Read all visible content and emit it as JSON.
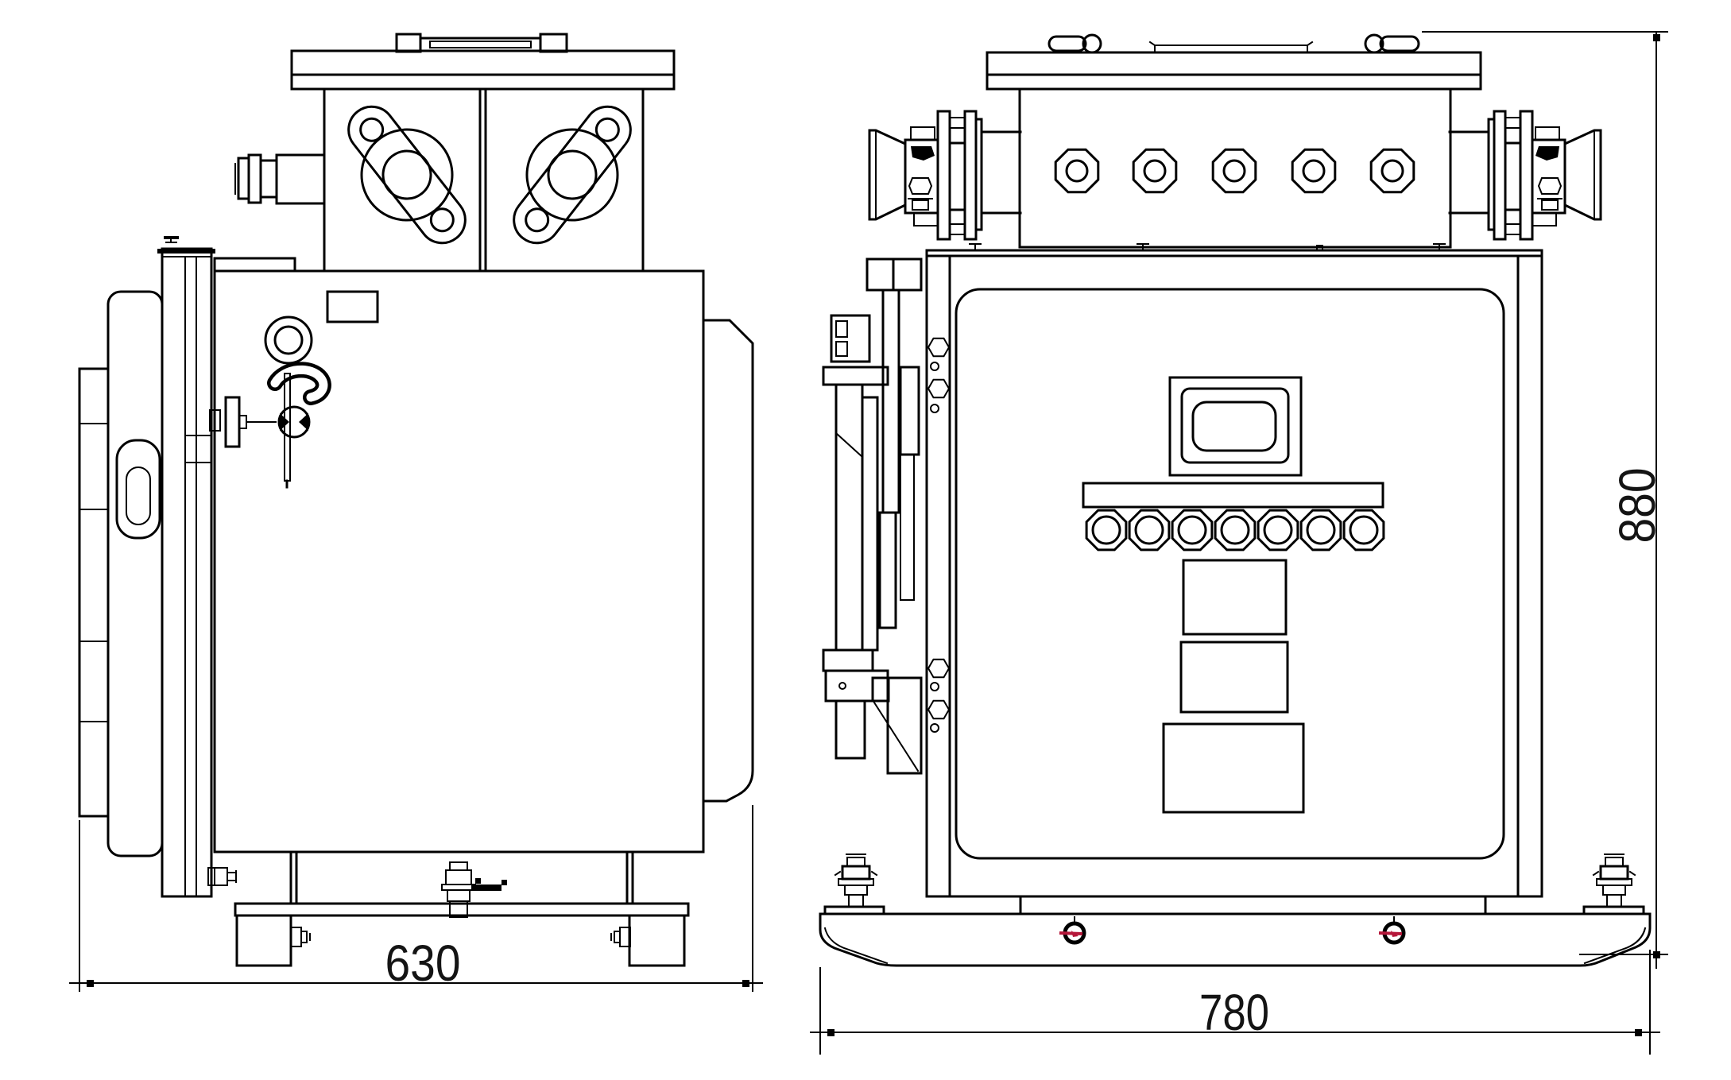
{
  "drawing": {
    "type": "engineering-outline-drawing",
    "views": {
      "left": "side-view",
      "right": "front-view"
    },
    "colors": {
      "background": "#ffffff",
      "line": "#000000",
      "red_marker": "#b5173a"
    },
    "dimensions": {
      "base_width": "630",
      "skid_length": "780",
      "overall_height": "880"
    }
  }
}
